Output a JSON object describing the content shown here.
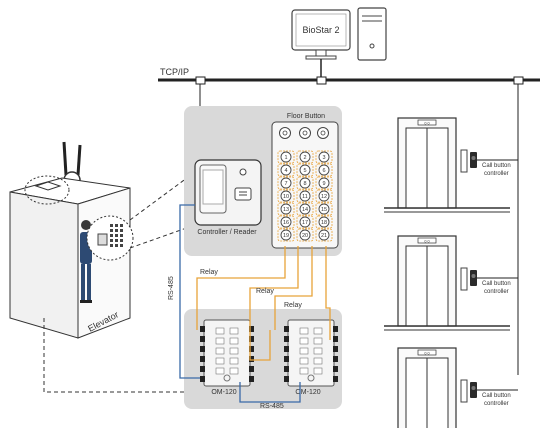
{
  "server": {
    "label": "BioStar 2"
  },
  "network": {
    "label": "TCP/IP"
  },
  "elevator_car": {
    "label": "Elevator"
  },
  "floor_button_panel": {
    "title": "Floor Button",
    "buttons": [
      "1",
      "2",
      "3",
      "4",
      "5",
      "6",
      "7",
      "8",
      "9",
      "10",
      "11",
      "12",
      "13",
      "14",
      "15",
      "16",
      "17",
      "18",
      "19",
      "20",
      "21"
    ]
  },
  "controller": {
    "label": "Controller / Reader"
  },
  "modules": [
    {
      "label": "OM-120"
    },
    {
      "label": "OM-120"
    }
  ],
  "wiring": {
    "rs485_vertical": "RS-485",
    "rs485_bottom": "RS-485",
    "relay_labels": [
      "Relay",
      "Relay",
      "Relay"
    ]
  },
  "floors": [
    {
      "door_tag": "0 0",
      "call_label_line1": "Call button",
      "call_label_line2": "controller"
    },
    {
      "door_tag": "0 0",
      "call_label_line1": "Call button",
      "call_label_line2": "controller"
    },
    {
      "door_tag": "0 0",
      "call_label_line1": "Call button",
      "call_label_line2": "controller"
    }
  ],
  "colors": {
    "network_line": "#222222",
    "relay_wire": "#e8a33a",
    "rs485_wire": "#3a6aa8",
    "panel_bg": "#d9d9d9"
  }
}
